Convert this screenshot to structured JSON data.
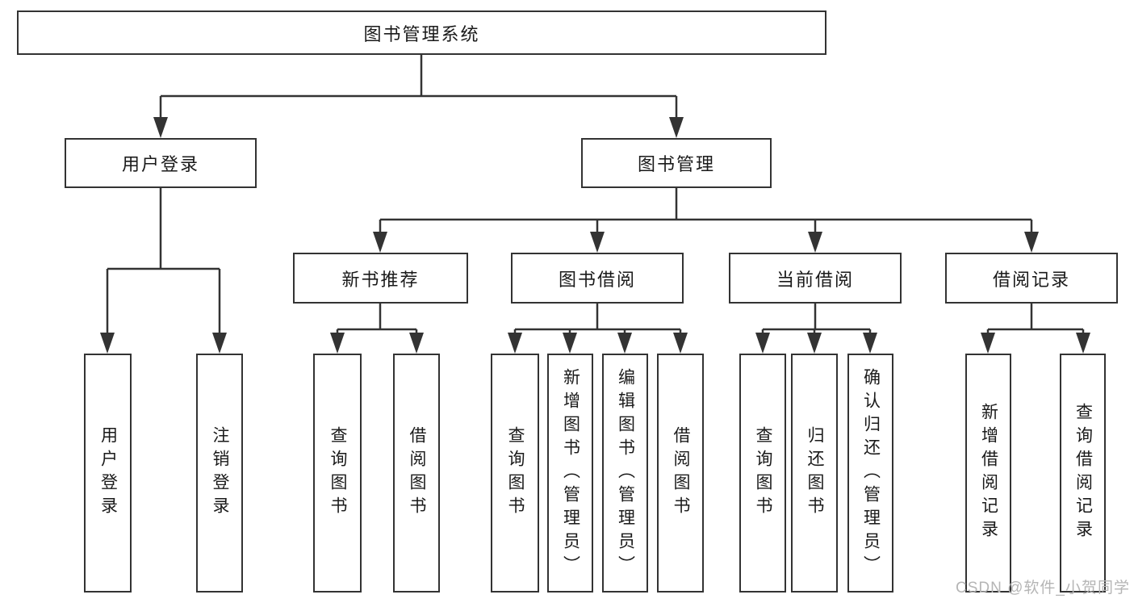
{
  "diagram_title": "图书管理系统",
  "tree": {
    "label": "图书管理系统",
    "children": [
      {
        "label": "用户登录",
        "children": [
          {
            "label": "用户登录"
          },
          {
            "label": "注销登录"
          }
        ]
      },
      {
        "label": "图书管理",
        "children": [
          {
            "label": "新书推荐",
            "children": [
              {
                "label": "查询图书"
              },
              {
                "label": "借阅图书"
              }
            ]
          },
          {
            "label": "图书借阅",
            "children": [
              {
                "label": "查询图书"
              },
              {
                "label": "新增图书（管理员）"
              },
              {
                "label": "编辑图书（管理员）"
              },
              {
                "label": "借阅图书"
              }
            ]
          },
          {
            "label": "当前借阅",
            "children": [
              {
                "label": "查询图书"
              },
              {
                "label": "归还图书"
              },
              {
                "label": "确认归还（管理员）"
              }
            ]
          },
          {
            "label": "借阅记录",
            "children": [
              {
                "label": "新增借阅记录"
              },
              {
                "label": "查询借阅记录"
              }
            ]
          }
        ]
      }
    ]
  },
  "watermark": {
    "text": "CSDN @软件_小贺同学"
  },
  "colors": {
    "line": "#333333",
    "box_border": "#333333",
    "box_fill": "#ffffff",
    "text": "#1a1a1a",
    "watermark": "#b5b5b5",
    "background": "#ffffff"
  }
}
